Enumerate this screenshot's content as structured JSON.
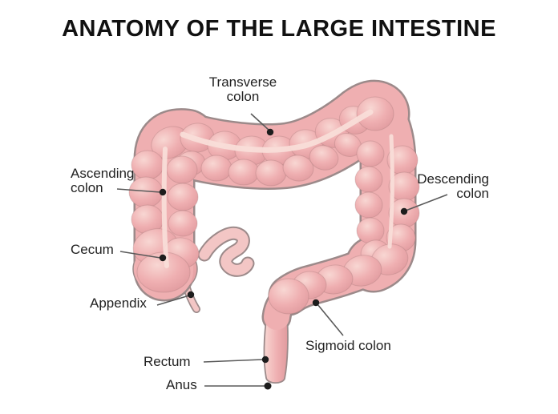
{
  "title": "ANATOMY OF THE LARGE INTESTINE",
  "labels": {
    "transverse_colon": "Transverse\ncolon",
    "ascending_colon": "Ascending\ncolon",
    "cecum": "Cecum",
    "appendix": "Appendix",
    "descending_colon": "Descending\ncolon",
    "sigmoid_colon": "Sigmoid colon",
    "rectum": "Rectum",
    "anus": "Anus"
  },
  "colors": {
    "bg": "#ffffff",
    "title-text": "#111111",
    "text": "#222222",
    "intestine-pink": "#efafb1",
    "intestine-light": "#f8d7d3",
    "intestine-dark": "#e09a9e",
    "intestine-outline": "#9c8a8a",
    "ileum-pink": "#f3c6c5",
    "taenia-highlight": "#f8ded9",
    "leader-line": "#5a5a5a",
    "leader-dot": "#1d1d1d"
  }
}
